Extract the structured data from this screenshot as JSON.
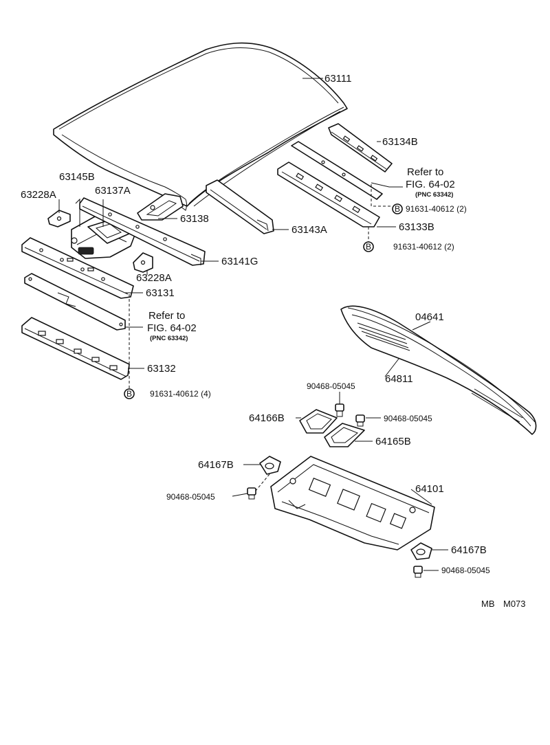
{
  "parts": {
    "roof_panel": "63111",
    "rail_rear_inner": "63134B",
    "rail_rear": "63133B",
    "rail_center": "63143A",
    "bracket_roof": "63138",
    "reinforcement_front": "63145B",
    "bracket_visor": "63137A",
    "bracket_left": "63228A",
    "bracket_center": "63228A",
    "rail_front_inner": "63141G",
    "rail_front_outer": "63131",
    "rail_front_lower": "63132",
    "package_tray_trim": "04641",
    "package_tray_panel": "64811",
    "cover_left": "64166B",
    "cover_right": "64165B",
    "grommet_left": "64167B",
    "grommet_right": "64167B",
    "package_tray": "64101"
  },
  "bolts": {
    "screw_rear_upper": "91631-40612 (2)",
    "screw_rear_lower": "91631-40612 (2)",
    "screw_front": "91631-40612 (4)",
    "clip_top": "90468-05045",
    "clip_right": "90468-05045",
    "clip_left": "90468-05045",
    "clip_bottom": "90468-05045"
  },
  "bolt_symbol": "B",
  "refs": {
    "upper": {
      "refer": "Refer to",
      "fig": "FIG. 64-02",
      "pnc": "(PNC 63342)"
    },
    "lower": {
      "refer": "Refer to",
      "fig": "FIG. 64-02",
      "pnc": "(PNC 63342)"
    }
  },
  "footer": {
    "code_left": "MB",
    "code_right": "M073"
  }
}
